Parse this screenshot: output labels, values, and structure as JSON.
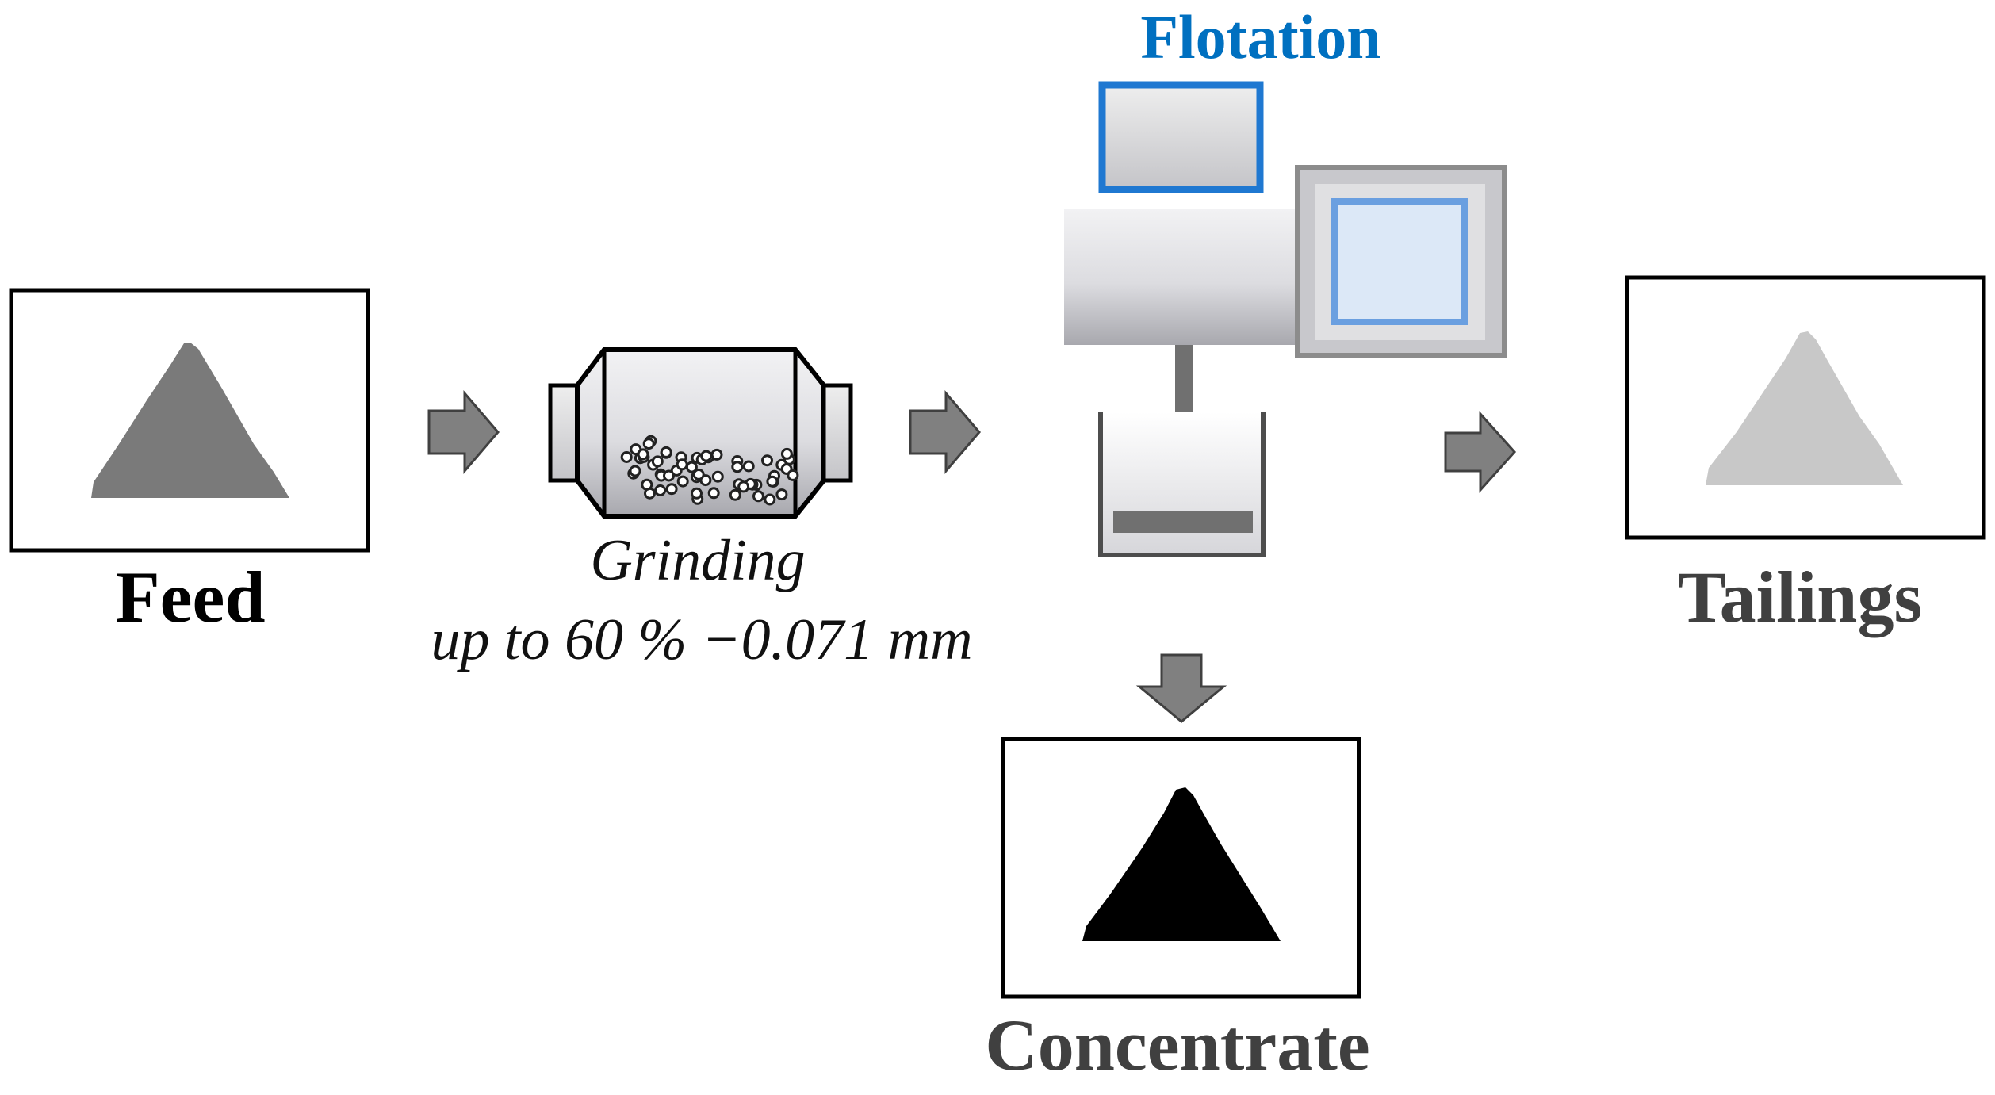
{
  "labels": {
    "feed": "Feed",
    "grinding": "Grinding",
    "grinding_spec": "up to 60 % −0.071 mm",
    "flotation": "Flotation",
    "tailings": "Tailings",
    "concentrate": "Concentrate"
  },
  "colors": {
    "feed_pile": "#7a7a7a",
    "tailings_pile": "#c8c8c8",
    "concentrate_pile": "#000000",
    "flotation_accent": "#0070c0",
    "arrow_fill": "#7f7f7f"
  },
  "icons": {
    "feed": "pile-icon",
    "grinding": "ball-mill-icon",
    "flotation": "flotation-machine-icon",
    "tailings": "pile-icon",
    "concentrate": "pile-icon",
    "flow": "arrow-icon"
  }
}
